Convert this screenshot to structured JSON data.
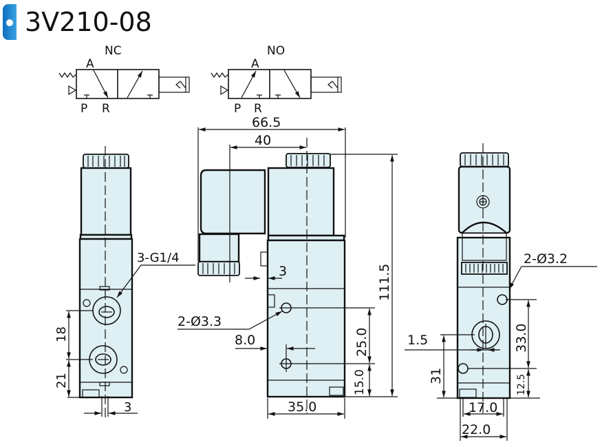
{
  "title": "3V210-08",
  "colors": {
    "body_fill": "#dff0f4",
    "line": "#111111",
    "badge_start": "#0e6fc0",
    "badge_end": "#3aa3e0"
  },
  "symbols": {
    "nc": {
      "label": "NC",
      "port_a": "A",
      "port_p": "P",
      "port_r": "R"
    },
    "no": {
      "label": "NO",
      "port_a": "A",
      "port_p": "P",
      "port_r": "R"
    }
  },
  "front_view": {
    "port_callout": "3-G1/4",
    "dims": {
      "pitch_upper": "18",
      "pitch_lower": "21",
      "offset_bottom": "3"
    }
  },
  "side_view": {
    "dims": {
      "overall_width": "66.5",
      "coil_to_center": "40",
      "overall_height": "111.5",
      "connector_offset": "3",
      "mount_holes": "2-Ø3.3",
      "hole_offset": "8.0",
      "hole_pitch": "25.0",
      "hole_bottom": "15.0",
      "body_width": "35.0"
    }
  },
  "end_view": {
    "dims": {
      "mount_holes": "2-Ø3.2",
      "port_offset": "1.5",
      "hole_pitch": "33.0",
      "port_height": "31",
      "hole_bottom": "12.5",
      "inner_width": "17.0",
      "body_width": "22.0"
    }
  }
}
